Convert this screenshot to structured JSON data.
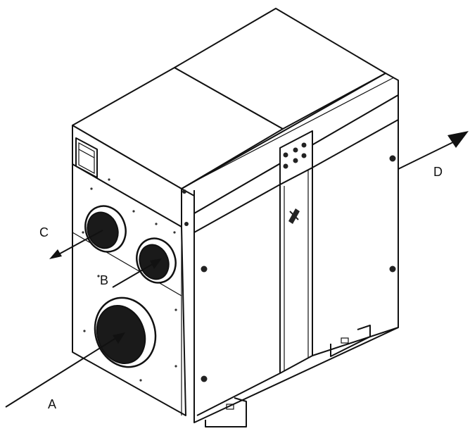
{
  "labels": {
    "a": "A",
    "b": "B",
    "c": "C",
    "d": "D"
  },
  "colors": {
    "line": "#111111",
    "grille": "#1a1a1a",
    "background": "#ffffff"
  }
}
